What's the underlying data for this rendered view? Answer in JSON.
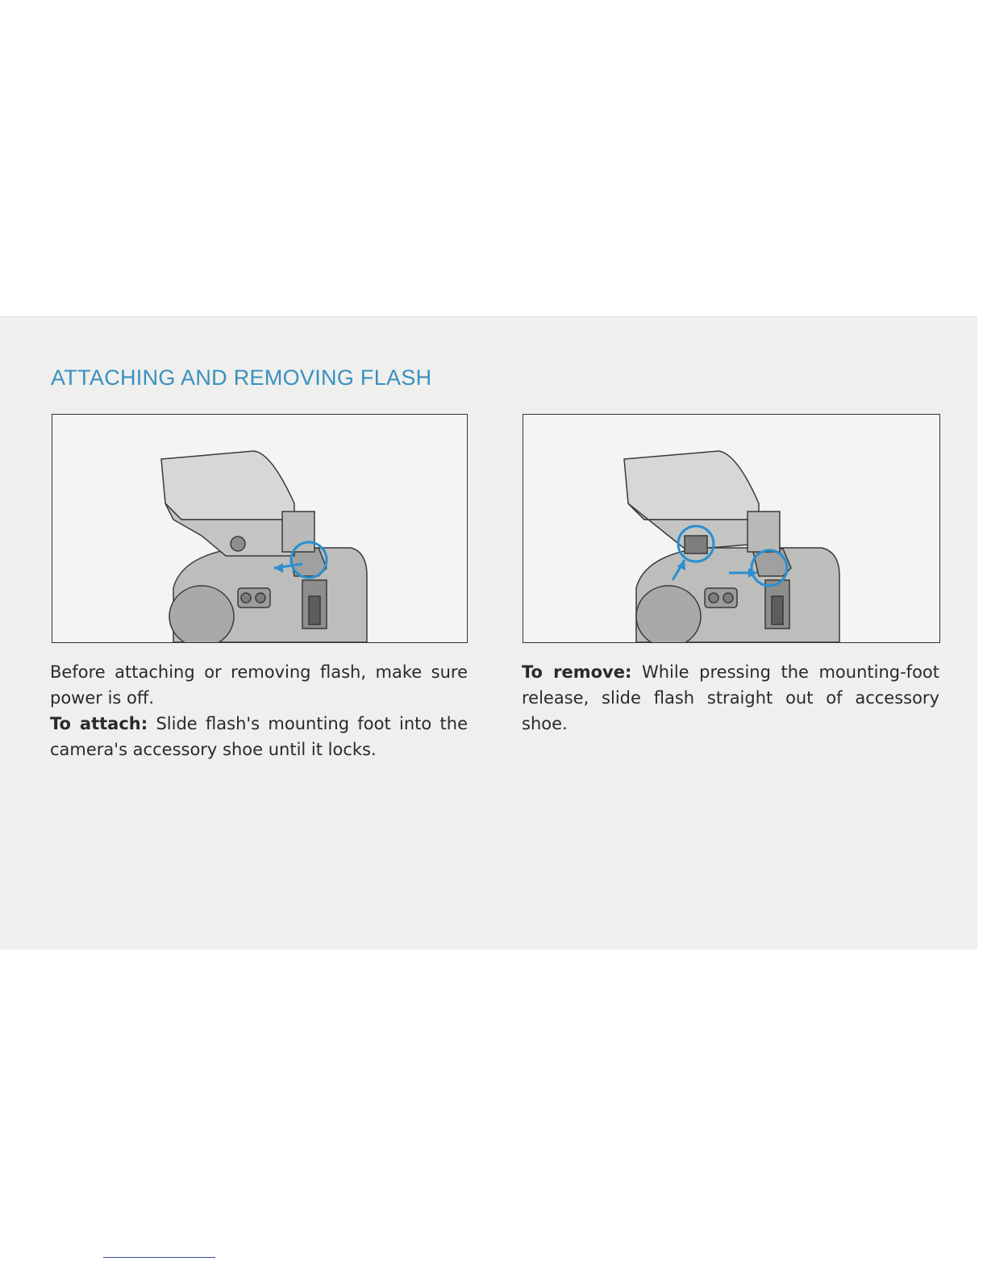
{
  "colors": {
    "title": "#3a90c0",
    "circle": "#2a8fd0",
    "paper": "#efefed"
  },
  "page": {
    "title": "ATTACHING AND REMOVING FLASH"
  },
  "left_column": {
    "figure_icon": "flash-attach-illustration",
    "intro": "Before attaching or removing flash, make sure power is off.",
    "attach_label": "To attach:",
    "attach_text": "Slide flash's mounting foot into the camera's accessory shoe until it locks."
  },
  "right_column": {
    "figure_icon": "flash-remove-illustration",
    "remove_label": "To remove:",
    "remove_text": "While pressing the mounting-foot release, slide flash straight out of accessory shoe."
  }
}
